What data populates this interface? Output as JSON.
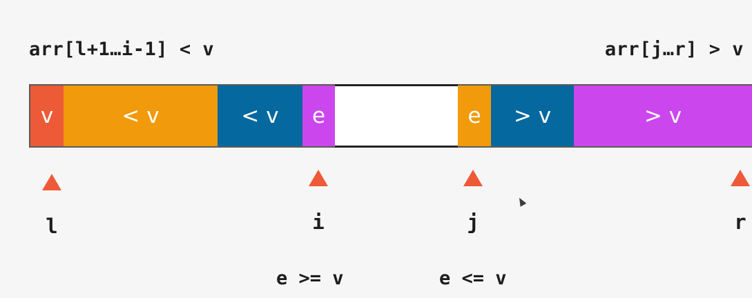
{
  "headings": {
    "left": "arr[l+1…i-1] < v",
    "right": "arr[j…r] > v"
  },
  "segments": [
    {
      "label": "v",
      "color": "#ed5a38"
    },
    {
      "label": "< v",
      "color": "#f19a0b"
    },
    {
      "label": "< v",
      "color": "#05689e"
    },
    {
      "label": "e",
      "color": "#cb46ec"
    },
    {
      "label": "",
      "color": "#ffffff"
    },
    {
      "label": "e",
      "color": "#f19a0b"
    },
    {
      "label": "> v",
      "color": "#05689e"
    },
    {
      "label": "> v",
      "color": "#cb46ec"
    }
  ],
  "pointers": {
    "l": "l",
    "i": "i",
    "j": "j",
    "r": "r"
  },
  "conditions": {
    "i": "e >= v",
    "j": "e <= v"
  },
  "colors": {
    "pointer": "#ee5a38",
    "background": "#f6f6f6"
  }
}
